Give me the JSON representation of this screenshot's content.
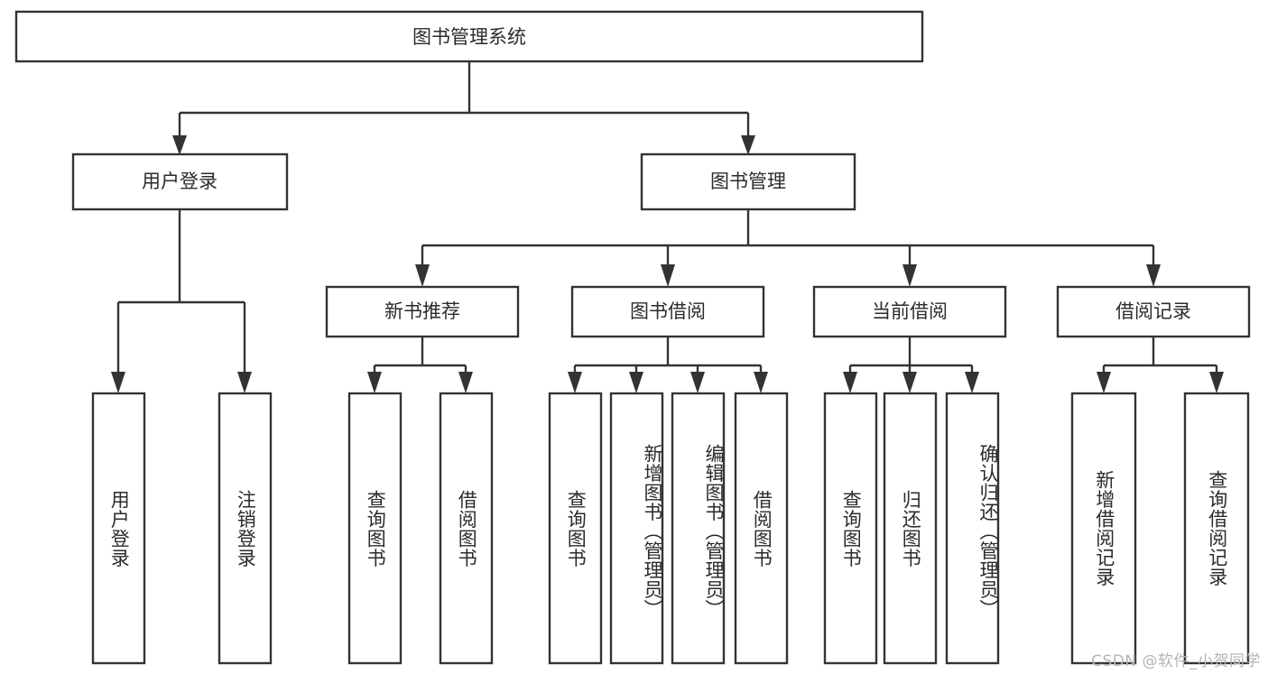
{
  "diagram": {
    "title": "图书管理系统",
    "type": "tree",
    "colors": {
      "stroke": "#333333",
      "box_fill": "#ffffff",
      "text": "#2b2b2b",
      "background": "#ffffff",
      "watermark": "#b4b4b4"
    },
    "levels": {
      "root": "图书管理系统",
      "level2": [
        "用户登录",
        "图书管理"
      ],
      "level3": [
        "新书推荐",
        "图书借阅",
        "当前借阅",
        "借阅记录"
      ]
    },
    "nodes": {
      "root": {
        "label": "图书管理系统",
        "orientation": "horizontal"
      },
      "user_login": {
        "label": "用户登录",
        "orientation": "horizontal"
      },
      "book_manage": {
        "label": "图书管理",
        "orientation": "horizontal"
      },
      "new_book_rec": {
        "label": "新书推荐",
        "orientation": "horizontal"
      },
      "book_borrow": {
        "label": "图书借阅",
        "orientation": "horizontal"
      },
      "current_borrow": {
        "label": "当前借阅",
        "orientation": "horizontal"
      },
      "borrow_record": {
        "label": "借阅记录",
        "orientation": "horizontal"
      },
      "leaf_user_login": {
        "label": "用户登录",
        "orientation": "vertical"
      },
      "leaf_logout": {
        "label": "注销登录",
        "orientation": "vertical"
      },
      "leaf_query_book_1": {
        "label": "查询图书",
        "orientation": "vertical"
      },
      "leaf_borrow_book_1": {
        "label": "借阅图书",
        "orientation": "vertical"
      },
      "leaf_query_book_2": {
        "label": "查询图书",
        "orientation": "vertical"
      },
      "leaf_add_book": {
        "label": "新增图书（管理员）",
        "orientation": "vertical"
      },
      "leaf_edit_book": {
        "label": "编辑图书（管理员）",
        "orientation": "vertical"
      },
      "leaf_borrow_book_2": {
        "label": "借阅图书",
        "orientation": "vertical"
      },
      "leaf_query_book_3": {
        "label": "查询图书",
        "orientation": "vertical"
      },
      "leaf_return_book": {
        "label": "归还图书",
        "orientation": "vertical"
      },
      "leaf_confirm_return": {
        "label": "确认归还（管理员）",
        "orientation": "vertical"
      },
      "leaf_add_record": {
        "label": "新增借阅记录",
        "orientation": "vertical"
      },
      "leaf_query_record": {
        "label": "查询借阅记录",
        "orientation": "vertical"
      }
    },
    "edges": [
      {
        "from": "root",
        "to": "user_login"
      },
      {
        "from": "root",
        "to": "book_manage"
      },
      {
        "from": "user_login",
        "to": "leaf_user_login"
      },
      {
        "from": "user_login",
        "to": "leaf_logout"
      },
      {
        "from": "book_manage",
        "to": "new_book_rec"
      },
      {
        "from": "book_manage",
        "to": "book_borrow"
      },
      {
        "from": "book_manage",
        "to": "current_borrow"
      },
      {
        "from": "book_manage",
        "to": "borrow_record"
      },
      {
        "from": "new_book_rec",
        "to": "leaf_query_book_1"
      },
      {
        "from": "new_book_rec",
        "to": "leaf_borrow_book_1"
      },
      {
        "from": "book_borrow",
        "to": "leaf_query_book_2"
      },
      {
        "from": "book_borrow",
        "to": "leaf_add_book"
      },
      {
        "from": "book_borrow",
        "to": "leaf_edit_book"
      },
      {
        "from": "book_borrow",
        "to": "leaf_borrow_book_2"
      },
      {
        "from": "current_borrow",
        "to": "leaf_query_book_3"
      },
      {
        "from": "current_borrow",
        "to": "leaf_return_book"
      },
      {
        "from": "current_borrow",
        "to": "leaf_confirm_return"
      },
      {
        "from": "borrow_record",
        "to": "leaf_add_record"
      },
      {
        "from": "borrow_record",
        "to": "leaf_query_record"
      }
    ]
  },
  "watermark": {
    "text": "CSDN @软件_小贺同学"
  }
}
